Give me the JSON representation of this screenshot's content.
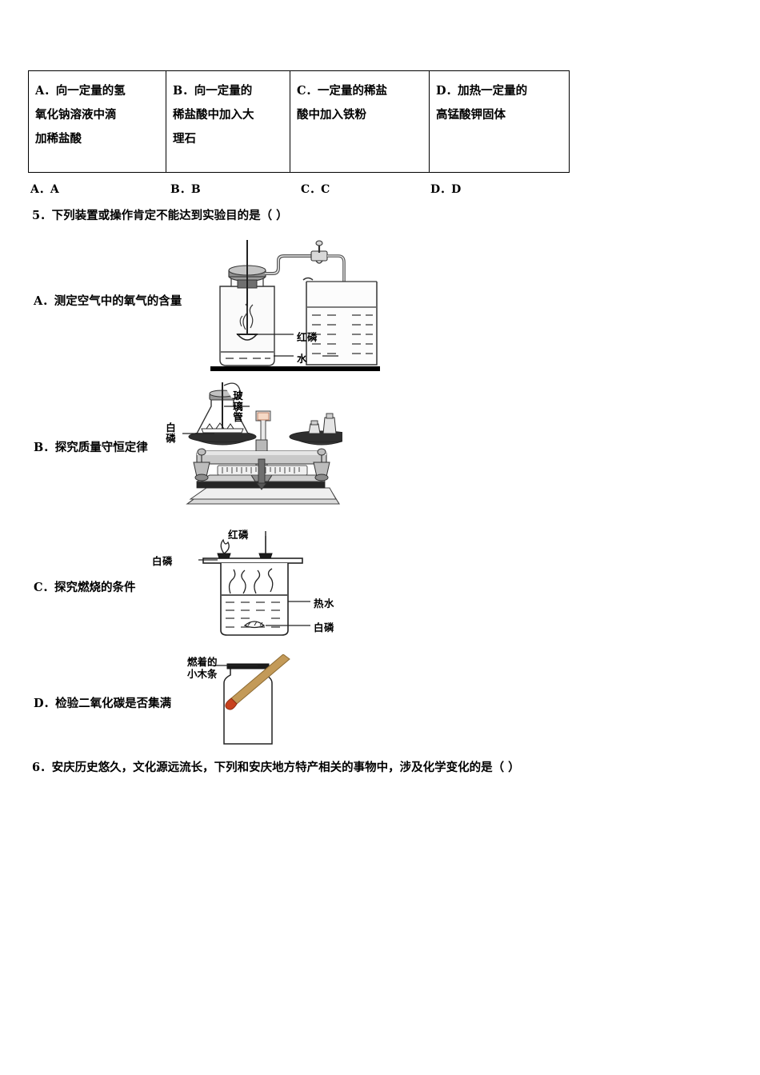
{
  "document": {
    "type": "chemistry-exam-page",
    "language": "zh-CN"
  },
  "question4_options_table": {
    "cells": [
      {
        "letter": "A",
        "text": "A．向一定量的氢氧化钠溶液中滴加稀盐酸",
        "lines": [
          "A．向一定量的氢",
          "氧化钠溶液中滴",
          "加稀盐酸"
        ]
      },
      {
        "letter": "B",
        "text": "B．向一定量的稀盐酸中加入大理石",
        "lines": [
          "B．向一定量的",
          "稀盐酸中加入大",
          "理石"
        ]
      },
      {
        "letter": "C",
        "text": "C．一定量的稀盐酸中加入铁粉",
        "lines": [
          "C．一定量的稀盐",
          "酸中加入铁粉"
        ]
      },
      {
        "letter": "D",
        "text": "D．加热一定量的高锰酸钾固体",
        "lines": [
          "D．加热一定量的",
          "高锰酸钾固体"
        ]
      }
    ]
  },
  "question4_answers": {
    "options": [
      "A．A",
      "B．B",
      "C．C",
      "D．D"
    ]
  },
  "question5": {
    "number": "5．",
    "stem": "5．下列装置或操作肯定不能达到实验目的是（      ）",
    "options": [
      {
        "letter": "A",
        "label": "A．测定空气中的氧气的含量",
        "figure": "air-oxygen-content-apparatus",
        "callouts": [
          "红磷",
          "水"
        ]
      },
      {
        "letter": "B",
        "label": "B．探究质量守恒定律",
        "figure": "mass-conservation-balance-apparatus",
        "callouts": [
          "玻璃管",
          "白磷"
        ]
      },
      {
        "letter": "C",
        "label": "C．探究燃烧的条件",
        "figure": "combustion-conditions-apparatus",
        "callouts": [
          "红磷",
          "白磷",
          "热水",
          "白磷"
        ]
      },
      {
        "letter": "D",
        "label": "D．检验二氧化碳是否集满",
        "figure": "co2-fullness-test-apparatus",
        "callouts": [
          "燃着的",
          "小木条"
        ]
      }
    ]
  },
  "question6": {
    "number": "6．",
    "stem": "6．安庆历史悠久，文化源远流长，下列和安庆地方特产相关的事物中，涉及化学变化的是（  ）"
  },
  "colors": {
    "ink": "#000000",
    "paper": "#ffffff",
    "glass_fill": "#f2f2f2",
    "metal_gray": "#b8b8b8",
    "dark_gray": "#555555",
    "stick_tan": "#c39a58",
    "ember_orange": "#c8421e"
  }
}
